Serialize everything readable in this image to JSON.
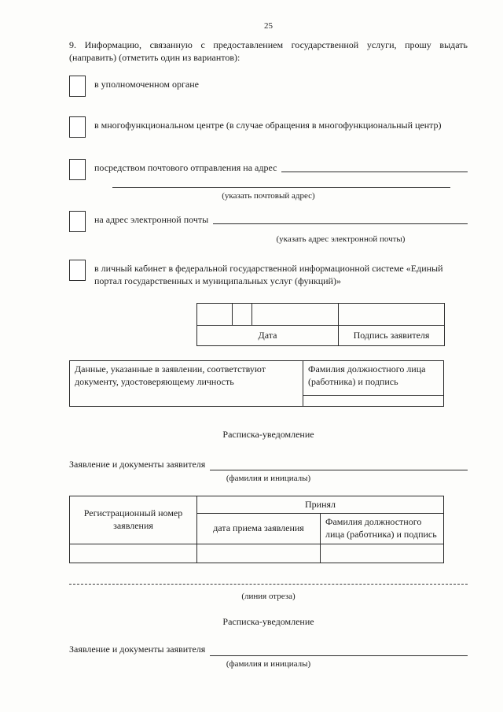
{
  "page": {
    "number": "25"
  },
  "section9": {
    "intro": "9. Информацию, связанную с предоставлением государственной услуги, прошу выдать (направить) (отметить один из вариантов):",
    "options": [
      {
        "label": "в уполномоченном органе"
      },
      {
        "label": "в многофункциональном центре (в случае обращения в многофункциональный центр)"
      },
      {
        "label": "посредством почтового отправления на адрес",
        "hint": "(указать почтовый адрес)"
      },
      {
        "label": "на адрес электронной почты",
        "hint": "(указать адрес электронной почты)"
      },
      {
        "label": "в личный кабинет в федеральной государственной информационной системе «Единый портал государственных и муниципальных услуг (функций)»"
      }
    ]
  },
  "date_table": {
    "date_label": "Дата",
    "signature_label": "Подпись заявителя"
  },
  "verify_table": {
    "left": "Данные, указанные в заявлении, соответствуют документу, удостоверяющему личность",
    "right": "Фамилия должностного лица (работника) и подпись"
  },
  "receipt1": {
    "title": "Расписка-уведомление",
    "line_label": "Заявление и документы заявителя",
    "line_hint": "(фамилия и инициалы)"
  },
  "reg_table": {
    "col1": "Регистрационный номер заявления",
    "accepted": "Принял",
    "col2": "дата приема заявления",
    "col3": "Фамилия должностного лица (работника) и подпись"
  },
  "cut": {
    "label": "(линия отреза)"
  },
  "receipt2": {
    "title": "Расписка-уведомление",
    "line_label": "Заявление и документы заявителя",
    "line_hint": "(фамилия и инициалы)"
  }
}
